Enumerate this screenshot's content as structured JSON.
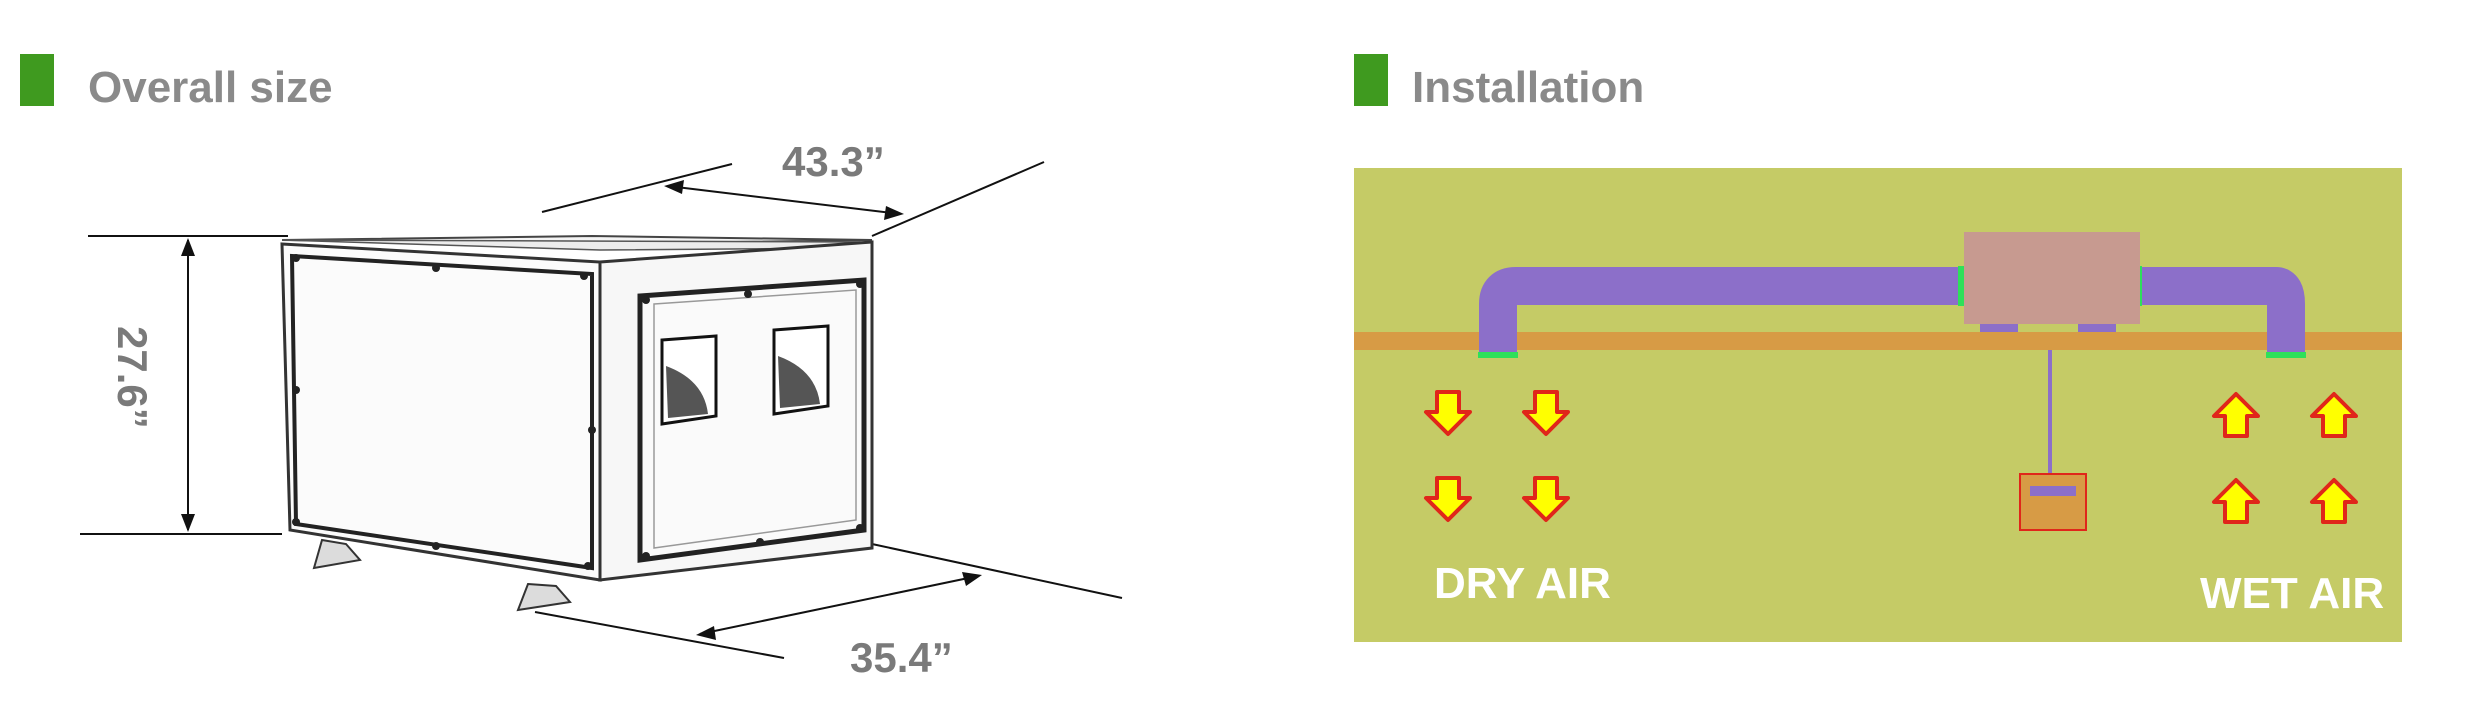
{
  "overall_size": {
    "heading": "Overall size",
    "width_label": "43.3”",
    "height_label": "27.6”",
    "depth_label": "35.4”"
  },
  "installation": {
    "heading": "Installation",
    "dry_air_label": "DRY AIR",
    "wet_air_label": "WET AIR"
  },
  "colors": {
    "accent_marker": "#3f9a1f",
    "heading_text": "#8a8a8a",
    "dimension_text": "#7a7a7a",
    "ground": "#c5cb66",
    "floor_line": "#d79b45",
    "duct": "#8c6fc9",
    "unit_box": "#c79a90",
    "drain_box": "#d79b45",
    "duct_joint": "#2ee05a",
    "arrow_fill": "#ffff00",
    "arrow_outline": "#e0261a"
  },
  "icons": [
    "down-arrow-icon",
    "up-arrow-icon"
  ]
}
